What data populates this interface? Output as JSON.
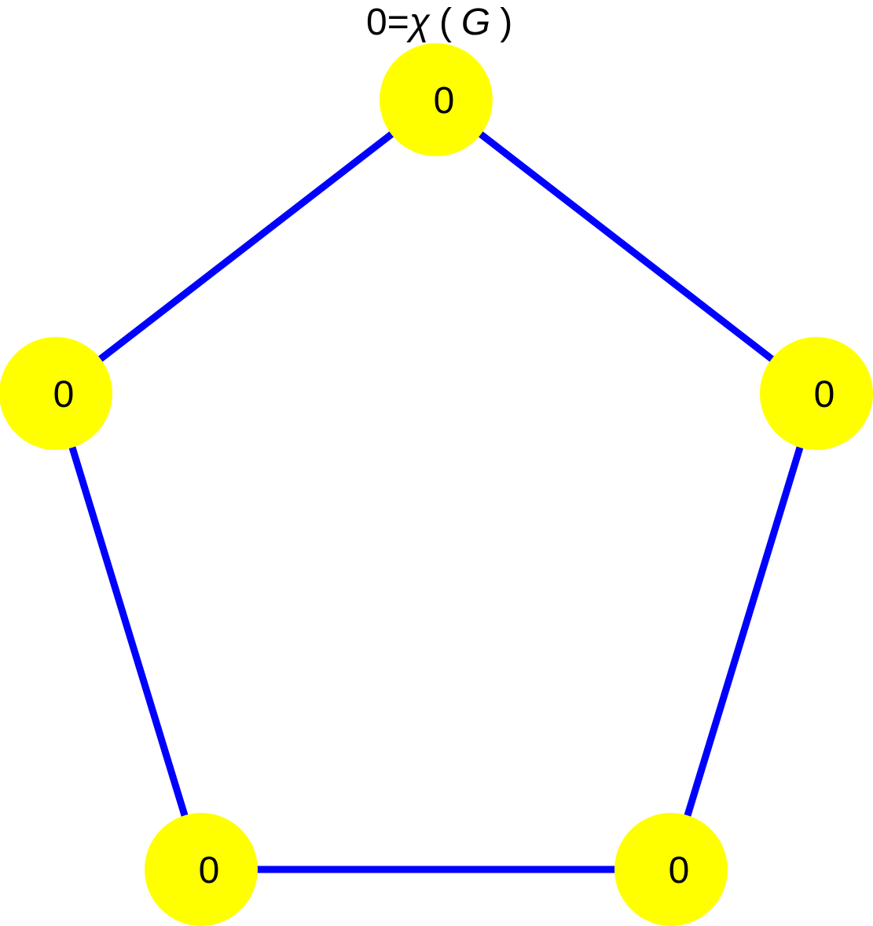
{
  "diagram": {
    "title": {
      "prefix": "0=",
      "chi": "χ",
      "open_paren": "(",
      "variable": "G",
      "close_paren": ")"
    },
    "colors": {
      "node_fill": "#ffff00",
      "edge_stroke": "#0000ff",
      "label_color": "#000000"
    },
    "nodes": [
      {
        "id": "top",
        "label": "0"
      },
      {
        "id": "right",
        "label": "0"
      },
      {
        "id": "bottom-right",
        "label": "0"
      },
      {
        "id": "bottom-left",
        "label": "0"
      },
      {
        "id": "left",
        "label": "0"
      }
    ],
    "edges": [
      {
        "from": "top",
        "to": "right"
      },
      {
        "from": "right",
        "to": "bottom-right"
      },
      {
        "from": "bottom-right",
        "to": "bottom-left"
      },
      {
        "from": "bottom-left",
        "to": "left"
      },
      {
        "from": "left",
        "to": "top"
      }
    ]
  }
}
